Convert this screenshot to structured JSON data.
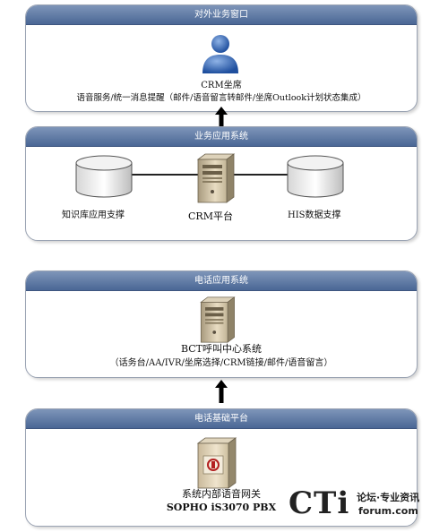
{
  "layers": {
    "external": {
      "title": "对外业务窗口",
      "node_label": "CRM坐席",
      "desc": "语音服务/统一消息提醒（邮件/语音留言转邮件/坐席Outlook计划状态集成）"
    },
    "business": {
      "title": "业务应用系统",
      "left_db_label": "知识库应用支撑",
      "center_label": "CRM平台",
      "right_db_label": "HIS数据支撑"
    },
    "phone_app": {
      "title": "电话应用系统",
      "node_label": "BCT呼叫中心系统",
      "desc": "（话务台/AA/IVR/坐席选择/CRM链接/邮件/语音留言）"
    },
    "phone_base": {
      "title": "电话基础平台",
      "node_label": "系统内部语音网关",
      "model": "SOPHO iS3070 PBX"
    }
  },
  "watermark": {
    "logo_text": "CTi",
    "line1": "论坛·专业资讯",
    "line2": "forum.com"
  },
  "colors": {
    "panel_header": "#4a6795",
    "panel_border": "#9aa3b3",
    "arrow": "#000000"
  }
}
